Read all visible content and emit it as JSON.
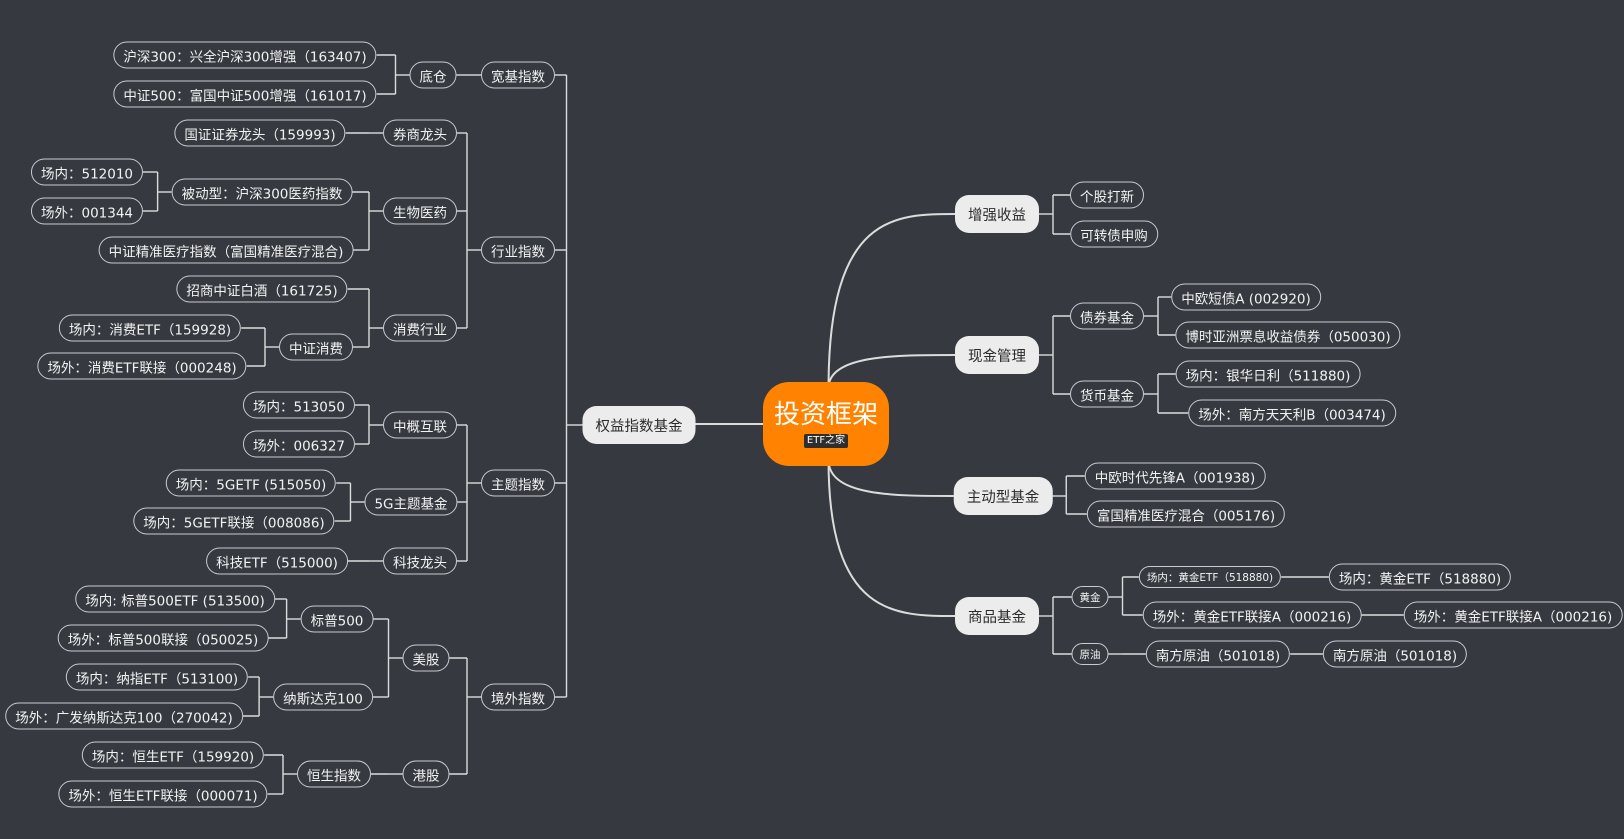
{
  "root": {
    "title": "投资框架",
    "badge": "ETF之家"
  },
  "colors": {
    "background": "#363a40",
    "root": "#ff8200",
    "main_node": "#ececec",
    "line": "#dcdcdc"
  },
  "left": {
    "equity_fund": "权益指数基金",
    "broad_index": {
      "label": "宽基指数",
      "base_position": {
        "label": "底仓",
        "items": [
          "沪深300：兴全沪深300增强（163407)",
          "中证500：富国中证500增强（161017)"
        ]
      }
    },
    "industry_index": {
      "label": "行业指数",
      "broker": {
        "label": "券商龙头",
        "item": "国证证券龙头（159993)"
      },
      "biomed": {
        "label": "生物医药",
        "passive": {
          "label": "被动型：沪深300医药指数",
          "items": [
            "场内：512010",
            "场外：001344"
          ]
        },
        "precision": "中证精准医疗指数（富国精准医疗混合)"
      },
      "consumer": {
        "label": "消费行业",
        "liquor": "招商中证白酒（161725)",
        "csi_consumer": {
          "label": "中证消费",
          "items": [
            "场内：消费ETF（159928)",
            "场外：消费ETF联接（000248)"
          ]
        }
      }
    },
    "theme_index": {
      "label": "主题指数",
      "china_internet": {
        "label": "中概互联",
        "items": [
          "场内：513050",
          "场外：006327"
        ]
      },
      "fiveg": {
        "label": "5G主题基金",
        "items": [
          "场内：5GETF (515050)",
          "场内：5GETF联接（008086)"
        ]
      },
      "tech": {
        "label": "科技龙头",
        "item": "科技ETF（515000)"
      }
    },
    "overseas_index": {
      "label": "境外指数",
      "us": {
        "label": "美股",
        "sp500": {
          "label": "标普500",
          "items": [
            "场内: 标普500ETF (513500)",
            "场外：标普500联接（050025)"
          ]
        },
        "nasdaq": {
          "label": "纳斯达克100",
          "items": [
            "场内：纳指ETF（513100)",
            "场外：广发纳斯达克100（270042)"
          ]
        }
      },
      "hk": {
        "label": "港股",
        "hangseng": {
          "label": "恒生指数",
          "items": [
            "场内：恒生ETF（159920)",
            "场外：恒生ETF联接（000071)"
          ]
        }
      }
    }
  },
  "right": {
    "enhanced_return": {
      "label": "增强收益",
      "items": [
        "个股打新",
        "可转债申购"
      ]
    },
    "cash_mgmt": {
      "label": "现金管理",
      "bond_fund": {
        "label": "债券基金",
        "items": [
          "中欧短债A (002920)",
          "博时亚洲票息收益债券（050030)"
        ]
      },
      "money_fund": {
        "label": "货币基金",
        "items": [
          "场内：银华日利（511880)",
          "场外：南方天天利B（003474)"
        ]
      }
    },
    "active_fund": {
      "label": "主动型基金",
      "items": [
        "中欧时代先锋A（001938)",
        "富国精准医疗混合（005176)"
      ]
    },
    "commodity": {
      "label": "商品基金",
      "gold": {
        "label": "黄金",
        "onsite": {
          "label": "场内：黄金ETF（518880)",
          "detail": "场内：黄金ETF（518880)"
        },
        "offsite": {
          "label": "场外：黄金ETF联接A（000216)",
          "detail": "场外：黄金ETF联接A（000216)"
        }
      },
      "oil": {
        "label": "原油",
        "item": {
          "label": "南方原油（501018)",
          "detail": "南方原油（501018)"
        }
      }
    }
  }
}
